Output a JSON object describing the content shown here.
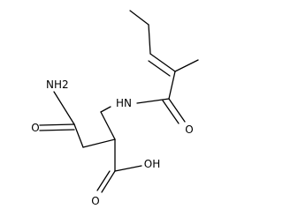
{
  "molecule": {
    "atom_labels": {
      "amide_nh2": "NH2",
      "amide_o": "O",
      "nh": "HN",
      "acyl_o": "O",
      "acid_oh": "OH",
      "acid_o": "O"
    }
  }
}
